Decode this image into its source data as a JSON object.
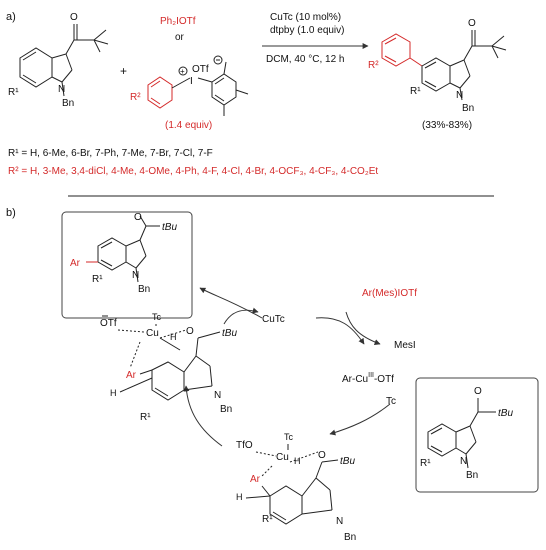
{
  "part_a": {
    "label": "a)",
    "reagent_1": "Ph₂IOTf",
    "or_text": "or",
    "otf_label": "OTf",
    "plus_sign": "+",
    "equiv_note": "(1.4 equiv)",
    "condition_1": "CuTc (10 mol%)",
    "condition_2": "dtpby (1.0 equiv)",
    "condition_3": "DCM, 40 °C, 12 h",
    "yield": "(33%-83%)",
    "r1_label": "R¹",
    "r2_label": "R²",
    "bn_label": "Bn",
    "n_label": "N",
    "o_label": "O",
    "i_label": "I",
    "r1_list": "R¹ = H, 6-Me, 6-Br, 7-Ph, 7-Me, 7-Br, 7-Cl, 7-F",
    "r2_list": "R² = H, 3-Me, 3,4-diCl, 4-Me, 4-OMe, 4-Ph, 4-F, 4-Cl, 4-Br, 4-OCF₃, 4-CF₃, 4-CO₂Et"
  },
  "part_b": {
    "label": "b)",
    "catalyst": "CuTc",
    "reagent": "Ar(Mes)IOTf",
    "byproduct": "MesI",
    "cu3_species_1": "Ar-Cu",
    "cu3_species_2": "III",
    "cu3_species_3": "-OTf",
    "tc_label": "Tc",
    "otf_anion": "OTf",
    "tfo_label": "TfO",
    "cu_label": "Cu",
    "h_label": "H",
    "ar_label": "Ar",
    "tbu_label": "tBu",
    "r1_label": "R¹",
    "n_label": "N",
    "bn_label": "Bn",
    "o_label": "O"
  }
}
